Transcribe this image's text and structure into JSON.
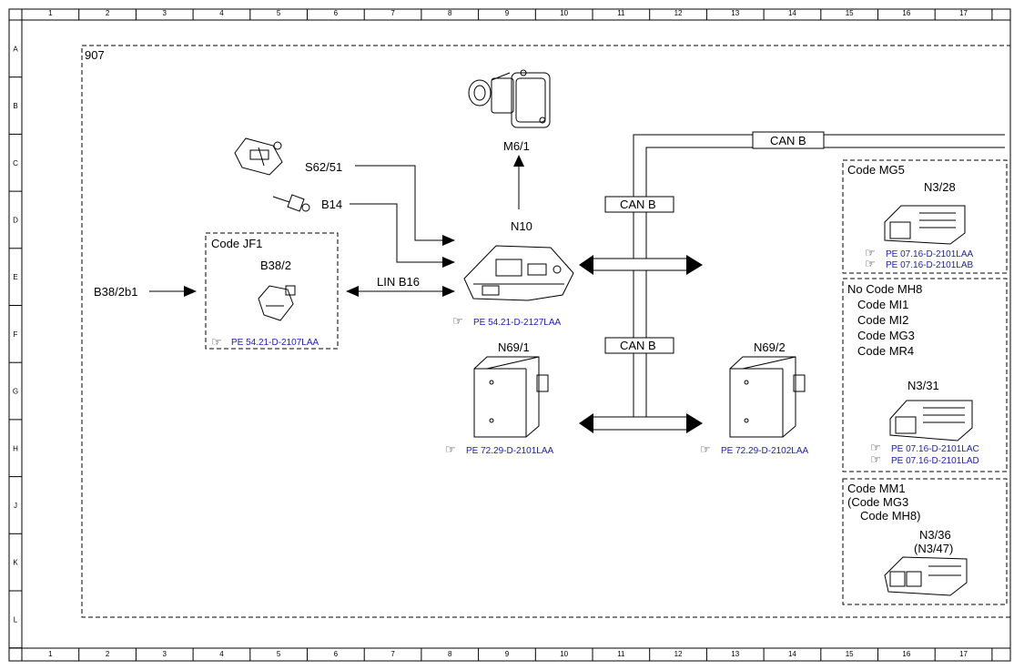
{
  "frame": {
    "cols": [
      "1",
      "2",
      "3",
      "4",
      "5",
      "6",
      "7",
      "8",
      "9",
      "10",
      "11",
      "12",
      "13",
      "14",
      "15",
      "16",
      "17"
    ],
    "rows": [
      "A",
      "B",
      "C",
      "D",
      "E",
      "F",
      "G",
      "H",
      "J",
      "K",
      "L"
    ],
    "sheet_label": "907"
  },
  "components": {
    "m6_1": "M6/1",
    "s62_51": "S62/51",
    "b14": "B14",
    "b38_2b1": "B38/2b1",
    "b38_2": "B38/2",
    "n10": "N10",
    "n69_1": "N69/1",
    "n69_2": "N69/2",
    "n3_28": "N3/28",
    "n3_31": "N3/31",
    "n3_36": "N3/36",
    "n3_47": "(N3/47)"
  },
  "buses": {
    "can_top": "CAN B",
    "can_mid": "CAN B",
    "can_low": "CAN B",
    "lin": "LIN B16"
  },
  "codes": {
    "jf1": "Code JF1",
    "mg5": "Code MG5",
    "no_mh8": "No Code MH8",
    "mi1": "Code MI1",
    "mi2": "Code MI2",
    "mg3": "Code MG3",
    "mr4": "Code MR4",
    "mm1": "Code MM1",
    "mm1_sub1": "(Code MG3",
    "mm1_sub2": "Code MH8)"
  },
  "references": {
    "b38_2": "PE 54.21-D-2107LAA",
    "n10": "PE 54.21-D-2127LAA",
    "n69_1": "PE 72.29-D-2101LAA",
    "n69_2": "PE 72.29-D-2102LAA",
    "n3_28_a": "PE 07.16-D-2101LAA",
    "n3_28_b": "PE 07.16-D-2101LAB",
    "n3_31_a": "PE 07.16-D-2101LAC",
    "n3_31_b": "PE 07.16-D-2101LAD"
  }
}
